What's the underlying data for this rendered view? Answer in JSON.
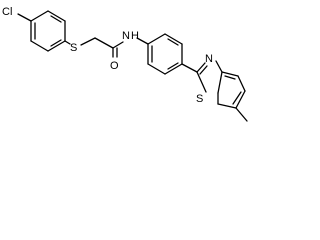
{
  "molecule": {
    "atoms": {
      "chlorine": "Cl",
      "sulfur_thioether": "S",
      "oxygen": "O",
      "nitrogen_amide": "N",
      "hydrogen_amide": "H",
      "nitrogen_thiazole": "N",
      "sulfur_thiazole": "S"
    }
  },
  "colors": {
    "bond": "#000000",
    "label": "#000000",
    "background": "#ffffff"
  }
}
